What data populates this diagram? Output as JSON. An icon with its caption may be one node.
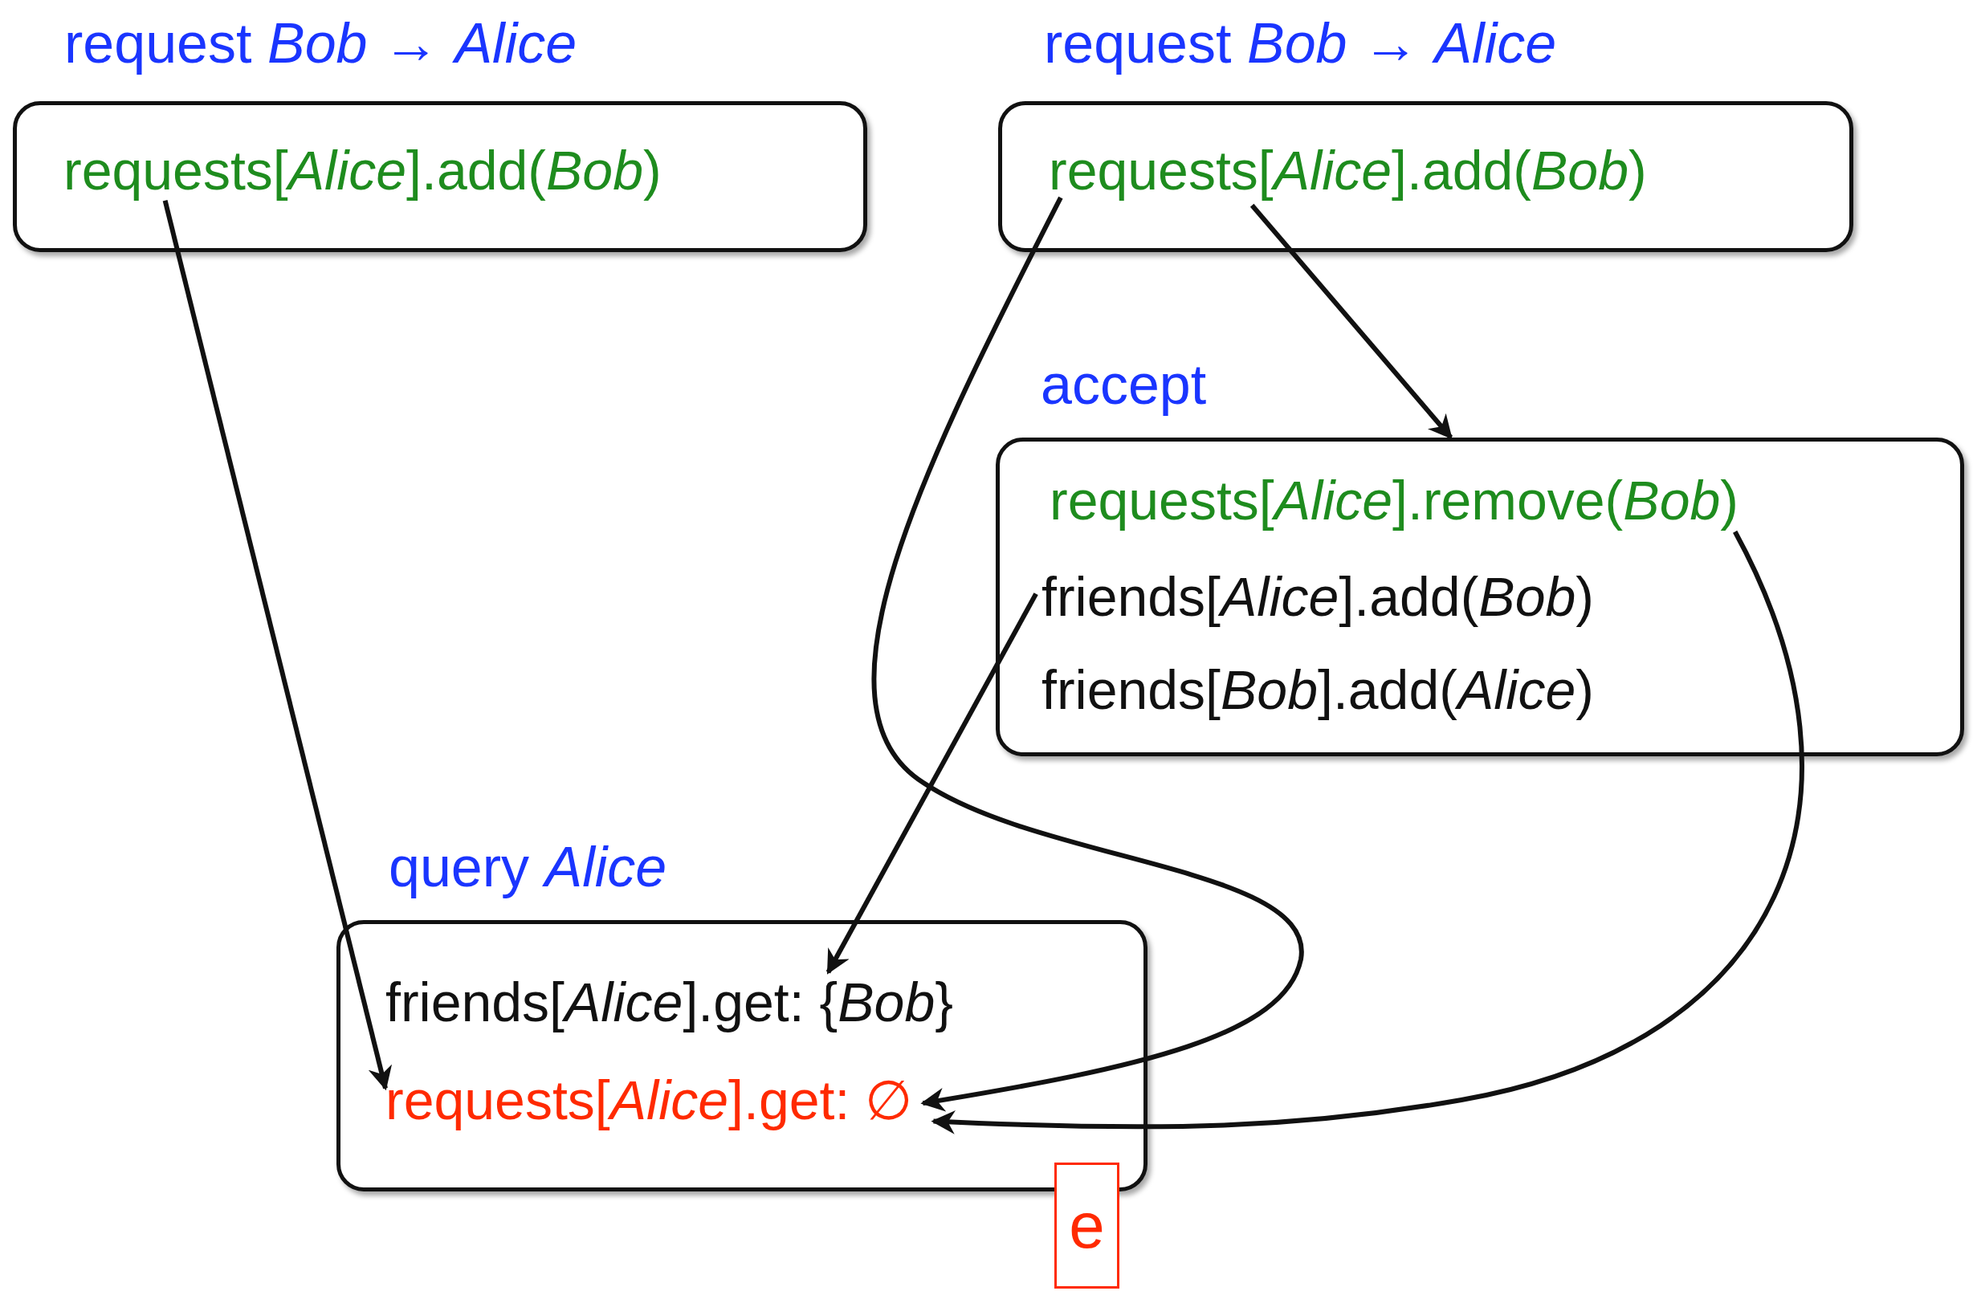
{
  "diagram": {
    "nodes": [
      {
        "text": [
          "request *Bob* → *Alice*"
        ]
      },
      {
        "text": [
          "requests[*Alice*].add(*Bob*)"
        ],
        "in": 0
      },
      {
        "text": [
          "request *Bob* → *Alice*"
        ]
      },
      {
        "text": [
          "requests[*Alice*].add(*Bob*)"
        ],
        "in": 2
      },
      {
        "text": [
          "accept"
        ]
      },
      {
        "text": [
          "requests[*Alice*].remove(*Bob*)"
        ],
        "in": 4
      },
      {
        "text": [
          "friends[*Alice*].add(*Bob*)"
        ],
        "in": 4
      },
      {
        "text": [
          "friends[*Bob*].add(*Alice*)"
        ],
        "in": 4
      },
      {
        "text": [
          "query *Alice*"
        ]
      },
      {
        "text": [
          "friends[*Alice*].get: {*Bob*}"
        ],
        "in": 8
      },
      {
        "text": [
          "requests[*Alice*].get: ∅"
        ],
        "in": 8
      },
      {
        "text": [
          "e"
        ]
      }
    ],
    "edges": [
      {
        "from": 1,
        "to": 10,
        "arrow": "to"
      },
      {
        "from": 3,
        "to": 10,
        "arrow": "to"
      },
      {
        "from": 3,
        "to": 4,
        "arrow": "to"
      },
      {
        "from": 6,
        "to": 9,
        "arrow": "to"
      },
      {
        "from": 5,
        "to": 10,
        "arrow": "to"
      }
    ]
  }
}
